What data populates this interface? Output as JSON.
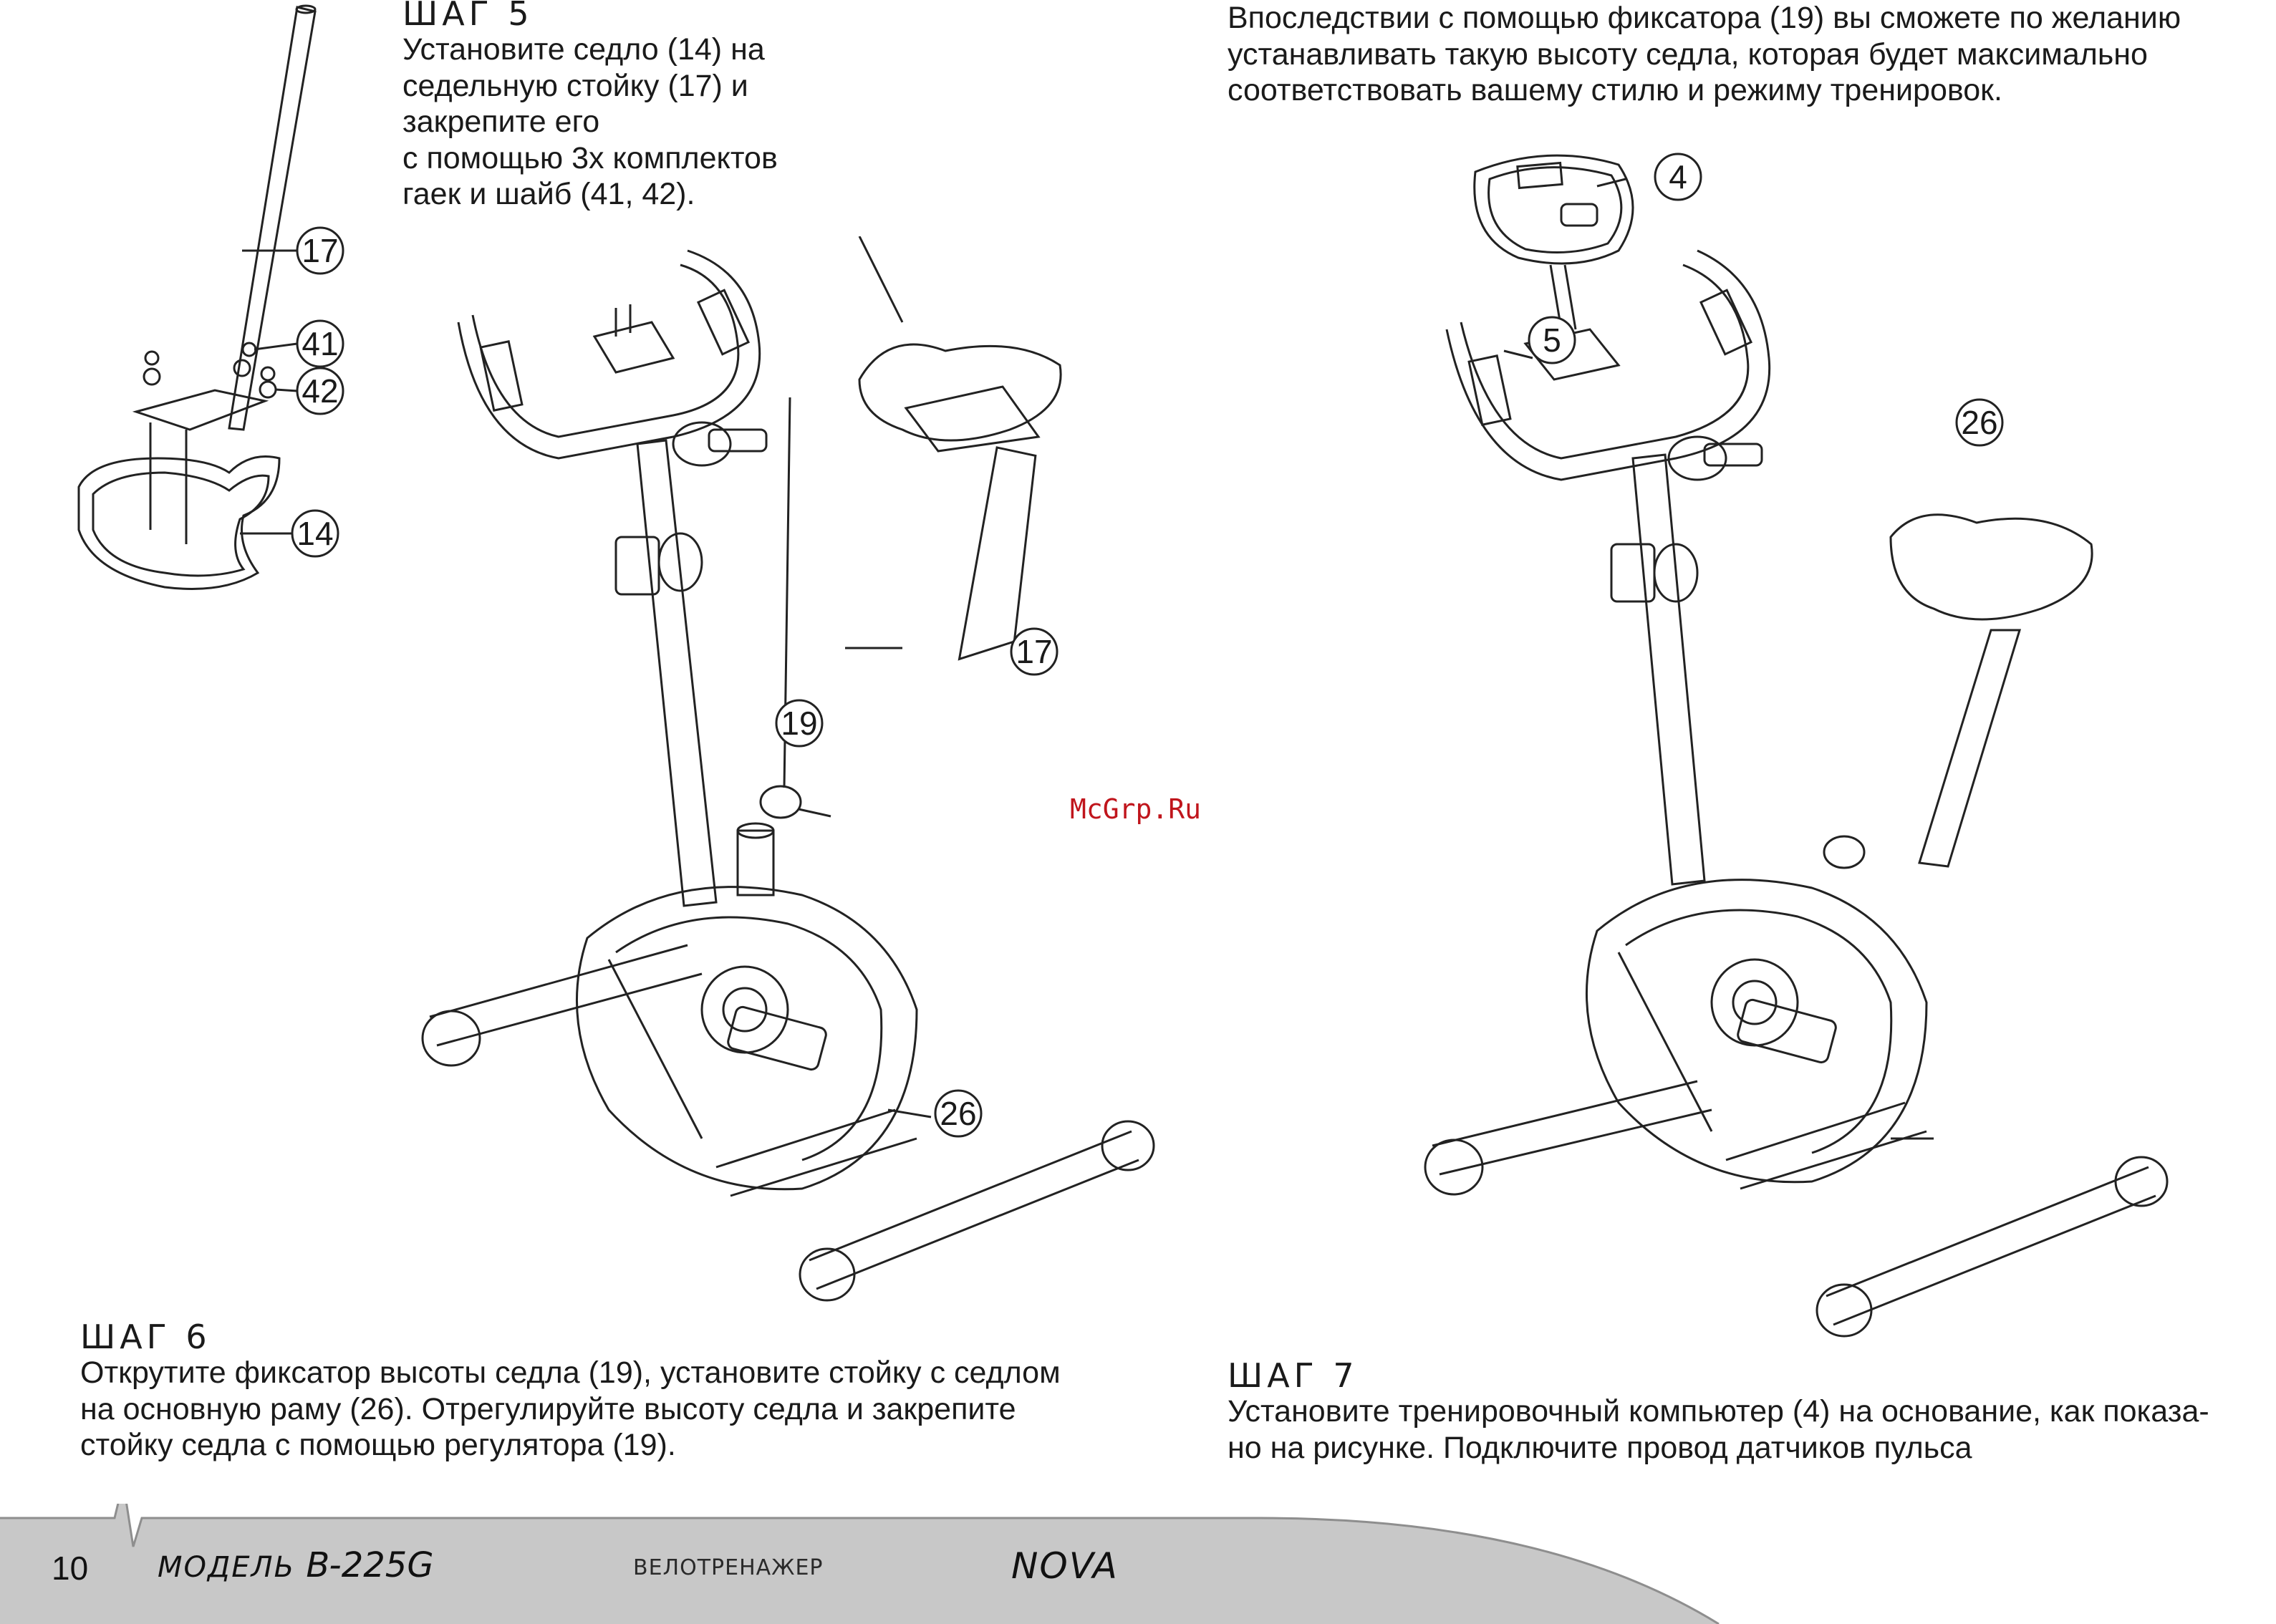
{
  "step5": {
    "heading": "ШАГ 5",
    "lines": [
      "Установите седло (14) на",
      "седельную стойку (17) и",
      "закрепите его",
      "с помощью 3х комплектов",
      "гаек и шайб (41, 42)."
    ]
  },
  "step6": {
    "heading": "ШАГ 6",
    "lines": [
      "Открутите фиксатор высоты седла (19), установите стойку с седлом",
      "на основную раму (26). Отрегулируйте высоту седла и закрепите",
      "стойку седла с помощью регулятора (19)."
    ]
  },
  "step7": {
    "heading": "ШАГ 7",
    "lines": [
      "Установите тренировочный компьютер (4) на основание, как показа-",
      "но на рисунке. Подключите провод датчиков пульса"
    ]
  },
  "top_right": {
    "lines": [
      "Впоследствии с помощью фиксатора (19) вы сможете по желанию",
      "устанавливать такую высоту седла, которая будет максимально",
      "соответствовать вашему стилю и режиму тренировок."
    ]
  },
  "callouts": {
    "fig1": [
      "17",
      "41",
      "42",
      "14"
    ],
    "fig2": [
      "19",
      "17",
      "26"
    ],
    "fig3": [
      "4",
      "5",
      "26"
    ]
  },
  "watermark": "McGrp.Ru",
  "footer": {
    "page_number": "10",
    "model_word": "МОДЕЛЬ",
    "model_code": "B-225G",
    "product": "ВЕЛОТРЕНАЖЕР",
    "brand": "NOVA"
  },
  "colors": {
    "watermark": "#c0151c",
    "footer_band": "#c8c8c8",
    "footer_shadow": "#9a9a9a"
  }
}
